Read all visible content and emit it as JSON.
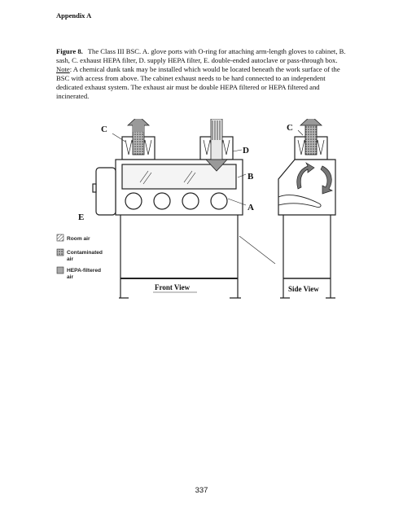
{
  "header": {
    "appendix": "Appendix A"
  },
  "caption": {
    "figure_label": "Figure 8.",
    "text_1": "The Class III BSC. A. glove ports with O-ring for attaching arm-length gloves to cabinet, B. sash, C. exhaust HEPA filter, D. supply HEPA filter, E. double-ended autoclave or pass-through box.",
    "note_label": "Note",
    "text_2": ": A chemical dunk tank may be installed which would be located beneath the work surface of the BSC with access from above. The cabinet exhaust needs to be hard connected to an independent dedicated exhaust system. The exhaust air must be double HEPA filtered or HEPA filtered and incinerated."
  },
  "figure": {
    "labels": {
      "c_front": "C",
      "c_side": "C",
      "d": "D",
      "b": "B",
      "a": "A",
      "e": "E"
    },
    "legend": {
      "room_air": "Room air",
      "contaminated_1": "Contaminated",
      "contaminated_2": "air",
      "hepa_1": "HEPA-filtered",
      "hepa_2": "air"
    },
    "views": {
      "front": "Front View",
      "side": "Side View"
    }
  },
  "page_number": "337"
}
